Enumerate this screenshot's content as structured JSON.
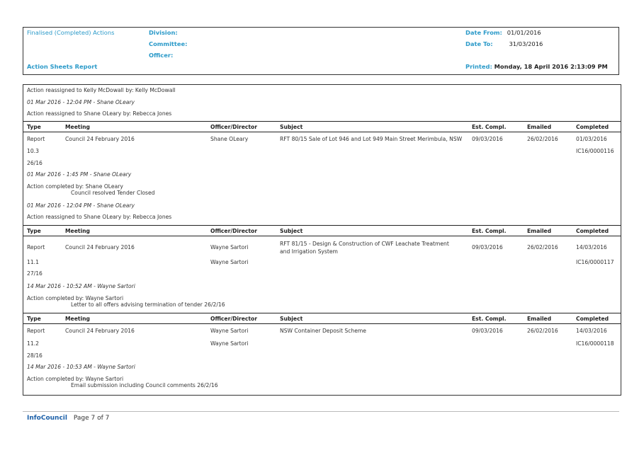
{
  "header": {
    "report_type": "Finalised (Completed) Actions",
    "report_title": "Action Sheets Report",
    "division_label": "Division:",
    "committee_label": "Committee:",
    "officer_label": "Officer:",
    "date_from_label": "Date From:",
    "date_from_value": "01/01/2016",
    "date_to_label": "Date To:",
    "date_to_value": "31/03/2016",
    "printed_label": "Printed:",
    "printed_value": "Monday, 18 April 2016  2:13:09 PM"
  },
  "columns": {
    "type": "Type",
    "meeting": "Meeting",
    "officer": "Officer/Director",
    "subject": "Subject",
    "est": "Est. Compl.",
    "emailed": "Emailed",
    "completed": "Completed"
  },
  "intro_lines": [
    "Action reassigned to Kelly McDowall by: Kelly McDowall",
    "01 Mar 2016 - 12:04 PM - Shane OLeary",
    "Action reassigned to Shane OLeary by: Rebecca Jones"
  ],
  "actions": [
    {
      "type": "Report",
      "meeting": "Council 24 February 2016",
      "item": "10.3",
      "number": "26/16",
      "officer": "Shane OLeary",
      "officer2": "",
      "subject": "RFT 80/15 Sale of Lot 946 and Lot 949 Main Street Merimbula, NSW",
      "est": "09/03/2016",
      "emailed": "26/02/2016",
      "completed": "01/03/2016",
      "ref": "IC16/0000116",
      "notes": [
        "01 Mar 2016 - 1:45 PM - Shane OLeary",
        "Action completed by: Shane OLeary",
        "Council resolved Tender Closed",
        "01 Mar 2016 - 12:04 PM - Shane OLeary",
        "Action reassigned to Shane OLeary by: Rebecca Jones"
      ]
    },
    {
      "type": "Report",
      "meeting": "Council 24 February 2016",
      "item": "11.1",
      "number": "27/16",
      "officer": "Wayne Sartori",
      "officer2": "Wayne Sartori",
      "subject": "RFT 81/15 - Design & Construction of CWF Leachate Treatment and Irrigation System",
      "est": "09/03/2016",
      "emailed": "26/02/2016",
      "completed": "14/03/2016",
      "ref": "IC16/0000117",
      "notes": [
        "14 Mar 2016 - 10:52 AM - Wayne Sartori",
        "Action completed by: Wayne Sartori",
        "Letter to all offers advising termination of tender 26/2/16"
      ]
    },
    {
      "type": "Report",
      "meeting": "Council 24 February 2016",
      "item": "11.2",
      "number": "28/16",
      "officer": "Wayne Sartori",
      "officer2": "Wayne Sartori",
      "subject": "NSW Container Deposit Scheme",
      "est": "09/03/2016",
      "emailed": "26/02/2016",
      "completed": "14/03/2016",
      "ref": "IC16/0000118",
      "notes": [
        "14 Mar 2016 - 10:53 AM - Wayne Sartori",
        "Action completed by: Wayne Sartori",
        "Email submission including Council comments 26/2/16"
      ]
    }
  ],
  "footer": {
    "brand": "InfoCouncil",
    "page": "Page 7 of 7"
  }
}
